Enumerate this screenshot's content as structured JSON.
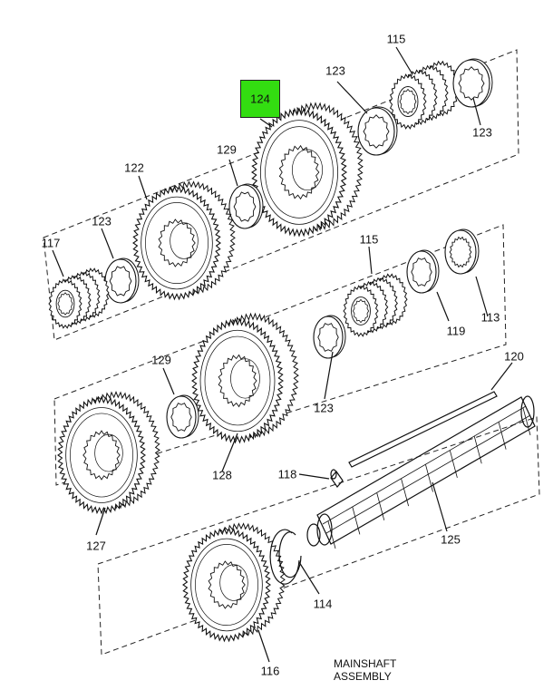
{
  "highlight_color": "#33dd11",
  "callouts": {
    "c115a": "115",
    "c123a": "123",
    "c123b": "123",
    "c124": "124",
    "c129a": "129",
    "c122": "122",
    "c123c": "123",
    "c117": "117",
    "c115b": "115",
    "c119": "119",
    "c113": "113",
    "c129b": "129",
    "c123d": "123",
    "c128": "128",
    "c120": "120",
    "c127": "127",
    "c118": "118",
    "c125": "125",
    "c114": "114",
    "c116": "116"
  },
  "caption": {
    "line1": "MAINSHAFT",
    "line2": "ASSEMBLY"
  }
}
